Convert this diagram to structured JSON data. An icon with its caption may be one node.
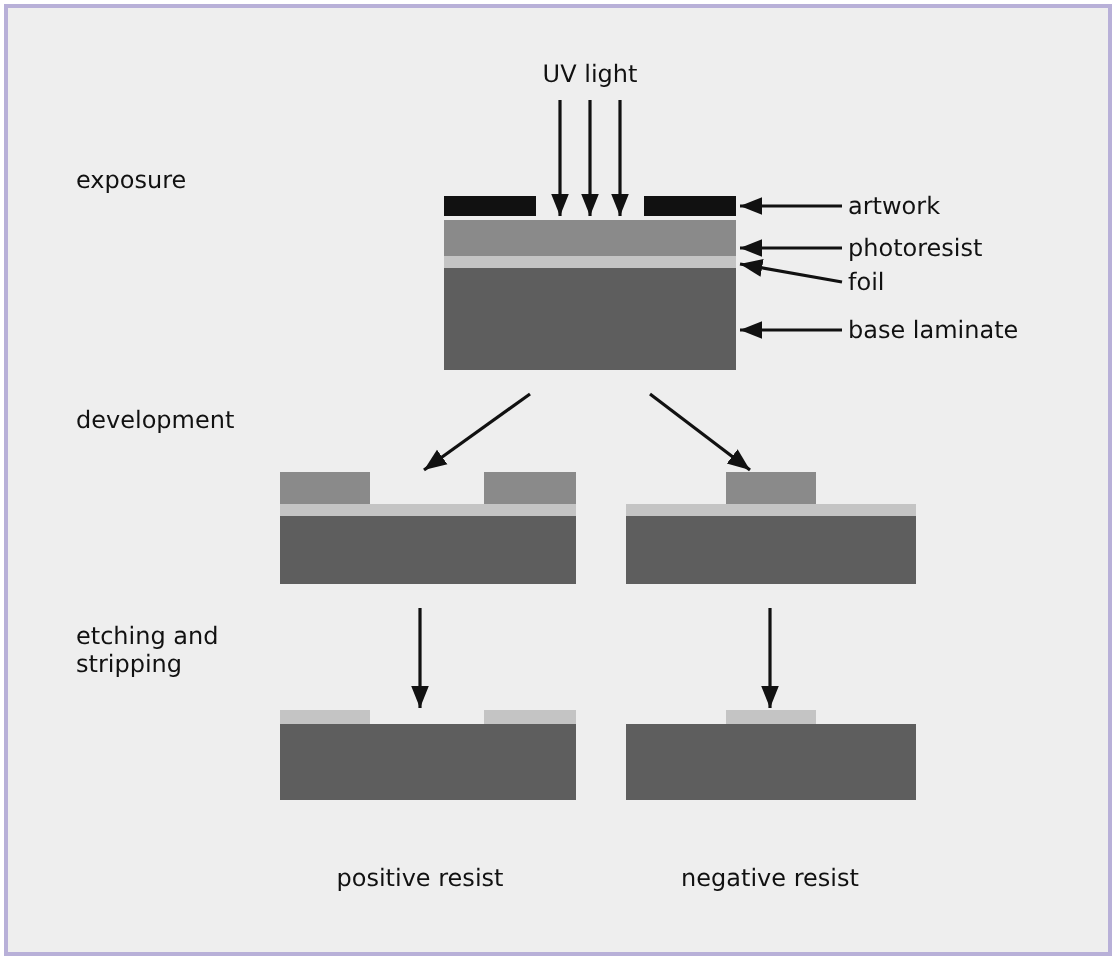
{
  "diagram": {
    "nodes": [
      {
        "text": [],
        "shape": "bar"
      },
      {
        "text": [],
        "shape": "bar",
        "in": 0
      },
      {
        "text": [],
        "shape": "bar",
        "in": 0
      },
      {
        "text": [],
        "shape": "bar",
        "in": 0
      },
      {
        "text": [],
        "shape": "bar",
        "in": 0
      },
      {
        "text": [
          "artwork"
        ]
      },
      {
        "text": [
          "photoresist"
        ]
      },
      {
        "text": [
          "foil"
        ]
      },
      {
        "text": [
          "base laminate"
        ]
      },
      {
        "text": [],
        "shape": "bar"
      },
      {
        "text": [],
        "shape": "bar"
      },
      {
        "text": [],
        "shape": "bar"
      },
      {
        "text": [],
        "shape": "bar"
      }
    ],
    "edges": [
      {
        "from": 5,
        "to": 1,
        "arrow": "to"
      },
      {
        "from": 6,
        "to": 2,
        "arrow": "to"
      },
      {
        "from": 7,
        "to": 3,
        "arrow": "to"
      },
      {
        "from": 8,
        "to": 4,
        "arrow": "to"
      },
      {
        "from": 0,
        "to": 9,
        "arrow": "to"
      },
      {
        "from": 0,
        "to": 10,
        "arrow": "to"
      },
      {
        "from": 9,
        "to": 11,
        "arrow": "to"
      },
      {
        "from": 10,
        "to": 12,
        "arrow": "to"
      }
    ],
    "labels": [
      "UV light",
      "exposure",
      "development",
      "etching and stripping",
      "positive resist",
      "negative resist"
    ]
  }
}
